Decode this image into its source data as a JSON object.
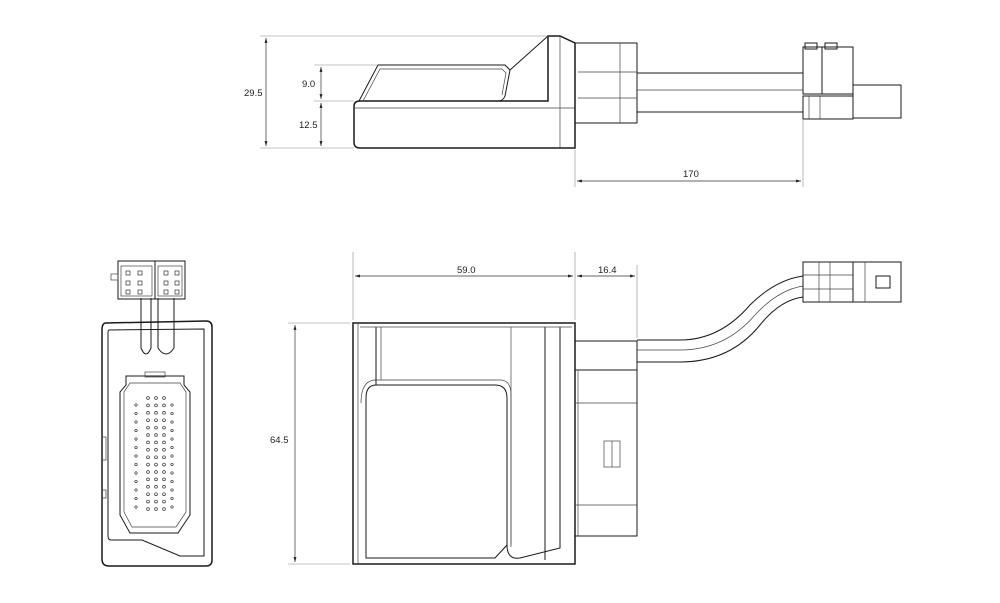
{
  "dimensions": {
    "height_total": "29.5",
    "height_upper": "9.0",
    "height_lower": "12.5",
    "cable_length": "170",
    "body_width": "59.0",
    "plug_width": "16.4",
    "body_depth": "64.5"
  },
  "colors": {
    "line": "#1a1a1a",
    "dimension": "#333333",
    "background": "#ffffff"
  }
}
